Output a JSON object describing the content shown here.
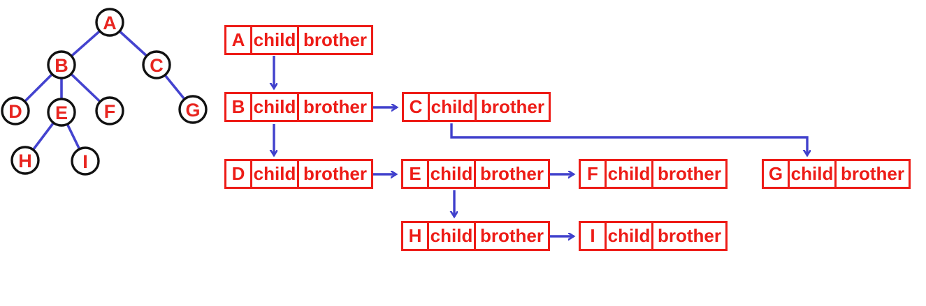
{
  "colors": {
    "red": "#ed1c17",
    "blue": "#4040cc",
    "node_outline": "#111111",
    "background": "#ffffff"
  },
  "tree": {
    "nodes": [
      {
        "label": "A"
      },
      {
        "label": "B"
      },
      {
        "label": "C"
      },
      {
        "label": "D"
      },
      {
        "label": "E"
      },
      {
        "label": "F"
      },
      {
        "label": "G"
      },
      {
        "label": "H"
      },
      {
        "label": "I"
      }
    ],
    "edges": [
      {
        "from": "A",
        "to": "B"
      },
      {
        "from": "A",
        "to": "C"
      },
      {
        "from": "B",
        "to": "D"
      },
      {
        "from": "B",
        "to": "E"
      },
      {
        "from": "B",
        "to": "F"
      },
      {
        "from": "C",
        "to": "G"
      },
      {
        "from": "E",
        "to": "H"
      },
      {
        "from": "E",
        "to": "I"
      }
    ]
  },
  "list": {
    "cell_labels": {
      "child": "child",
      "brother": "brother"
    },
    "boxes": [
      {
        "label": "A"
      },
      {
        "label": "B"
      },
      {
        "label": "C"
      },
      {
        "label": "D"
      },
      {
        "label": "E"
      },
      {
        "label": "F"
      },
      {
        "label": "G"
      },
      {
        "label": "H"
      },
      {
        "label": "I"
      }
    ],
    "pointers": [
      {
        "from": "A",
        "field": "child",
        "to": "B"
      },
      {
        "from": "B",
        "field": "brother",
        "to": "C"
      },
      {
        "from": "B",
        "field": "child",
        "to": "D"
      },
      {
        "from": "C",
        "field": "child",
        "to": "G"
      },
      {
        "from": "D",
        "field": "brother",
        "to": "E"
      },
      {
        "from": "E",
        "field": "brother",
        "to": "F"
      },
      {
        "from": "E",
        "field": "child",
        "to": "H"
      },
      {
        "from": "H",
        "field": "brother",
        "to": "I"
      }
    ]
  }
}
